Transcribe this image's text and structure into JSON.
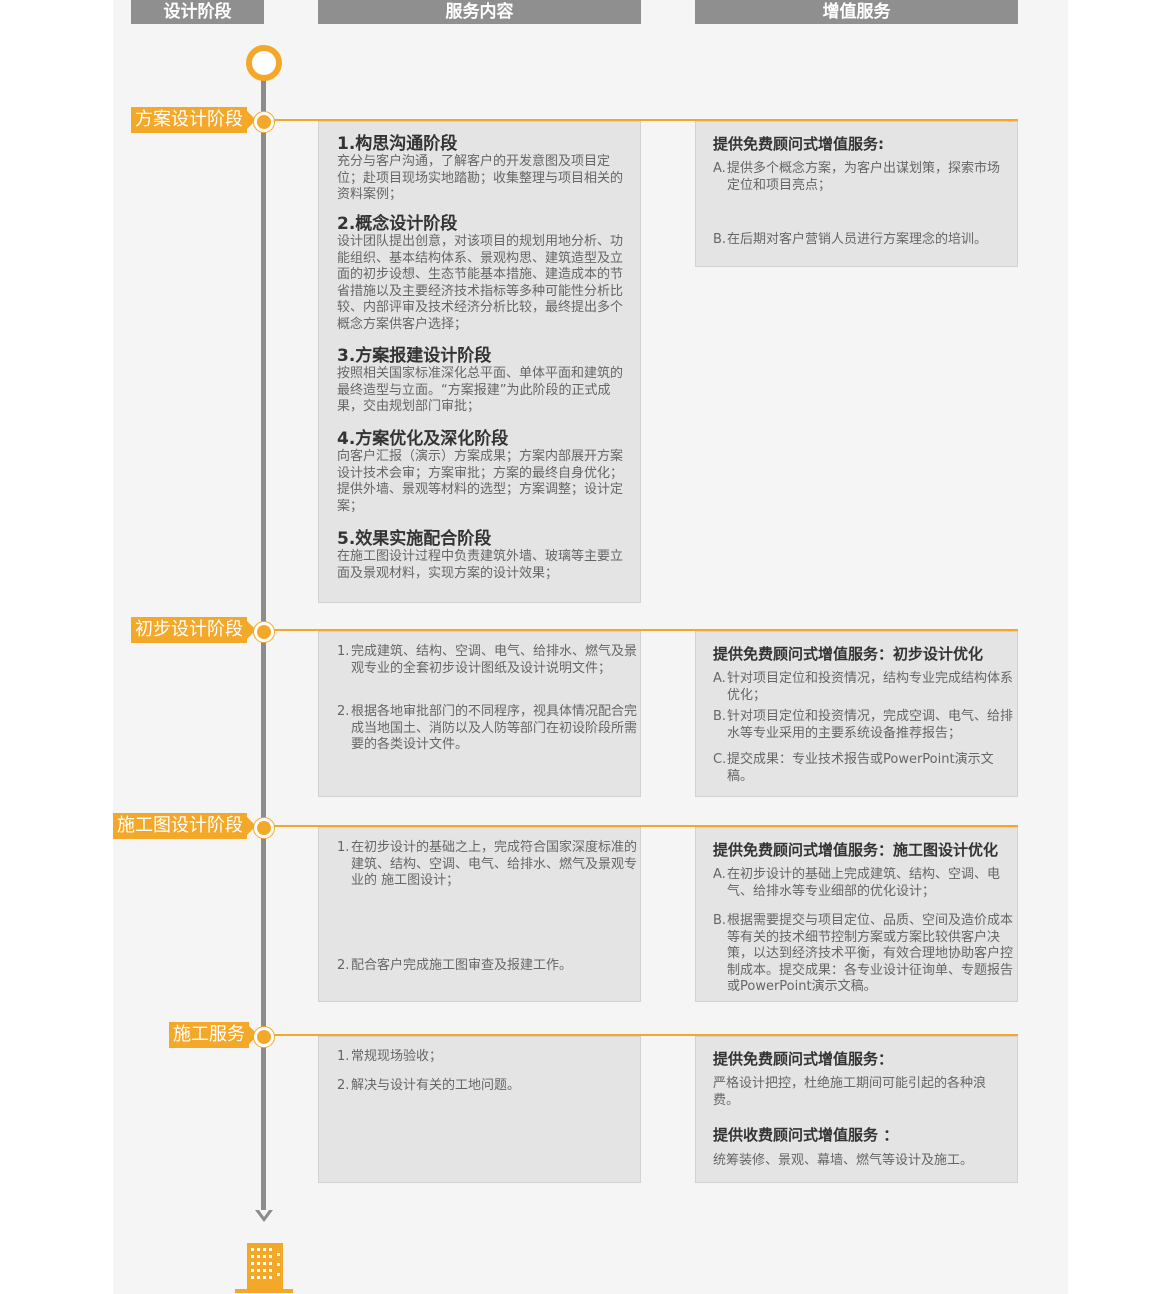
{
  "headers": {
    "stage": "设计阶段",
    "service": "服务内容",
    "value": "增值服务"
  },
  "stages": [
    {
      "label": "方案设计阶段"
    },
    {
      "label": "初步设计阶段"
    },
    {
      "label": "施工图设计阶段"
    },
    {
      "label": "施工服务"
    }
  ],
  "scheme": {
    "sections": [
      {
        "title": "1.构思沟通阶段",
        "body": "充分与客户沟通，了解客户的开发意图及项目定位；赴项目现场实地踏勘；收集整理与项目相关的资料案例；"
      },
      {
        "title": "2.概念设计阶段",
        "body": "设计团队提出创意，对该项目的规划用地分析、功能组织、基本结构体系、景观构思、建筑造型及立面的初步设想、生态节能基本措施、建造成本的节省措施以及主要经济技术指标等多种可能性分析比较、内部评审及技术经济分析比较，最终提出多个概念方案供客户选择；"
      },
      {
        "title": "3.方案报建设计阶段",
        "body": "按照相关国家标准深化总平面、单体平面和建筑的最终造型与立面。“方案报建”为此阶段的正式成果，交由规划部门审批；"
      },
      {
        "title": "4.方案优化及深化阶段",
        "body": "向客户汇报（演示）方案成果；方案内部展开方案设计技术会审；方案审批；方案的最终自身优化；提供外墙、景观等材料的选型；方案调整；设计定案；"
      },
      {
        "title": "5.效果实施配合阶段",
        "body": "在施工图设计过程中负责建筑外墙、玻璃等主要立面及景观材料，实现方案的设计效果；"
      }
    ],
    "value": {
      "title": "提供免费顾问式增值服务:",
      "items": [
        {
          "mark": "A.",
          "text": "提供多个概念方案，为客户出谋划策，探索市场定位和项目亮点；"
        },
        {
          "mark": "B.",
          "text": "在后期对客户营销人员进行方案理念的培训。"
        }
      ]
    }
  },
  "prelim": {
    "items": [
      {
        "mark": "1.",
        "text": "完成建筑、结构、空调、电气、给排水、燃气及景观专业的全套初步设计图纸及设计说明文件；"
      },
      {
        "mark": "2.",
        "text": "根据各地审批部门的不同程序，视具体情况配合完成当地国土、消防以及人防等部门在初设阶段所需要的各类设计文件。"
      }
    ],
    "value": {
      "title": "提供免费顾问式增值服务：初步设计优化",
      "items": [
        {
          "mark": "A.",
          "text": "针对项目定位和投资情况，结构专业完成结构体系优化；"
        },
        {
          "mark": "B.",
          "text": "针对项目定位和投资情况，完成空调、电气、给排水等专业采用的主要系统设备推荐报告；"
        },
        {
          "mark": "C.",
          "text": "提交成果：专业技术报告或PowerPoint演示文稿。"
        }
      ]
    }
  },
  "construction": {
    "items": [
      {
        "mark": "1.",
        "text": "在初步设计的基础之上，完成符合国家深度标准的建筑、结构、空调、电气、给排水、燃气及景观专业的 施工图设计；"
      },
      {
        "mark": "2.",
        "text": "配合客户完成施工图审查及报建工作。"
      }
    ],
    "value": {
      "title": "提供免费顾问式增值服务：施工图设计优化",
      "items": [
        {
          "mark": "A.",
          "text": "在初步设计的基础上完成建筑、结构、空调、电气、给排水等专业细部的优化设计；"
        },
        {
          "mark": "B.",
          "text": "根据需要提交与项目定位、品质、空间及造价成本等有关的技术细节控制方案或方案比较供客户决策，以达到经济技术平衡，有效合理地协助客户控制成本。提交成果：各专业设计征询单、专题报告或PowerPoint演示文稿。"
        }
      ]
    }
  },
  "site": {
    "items": [
      {
        "mark": "1.",
        "text": "常规现场验收；"
      },
      {
        "mark": "2.",
        "text": "解决与设计有关的工地问题。"
      }
    ],
    "value": {
      "free_title": "提供免费顾问式增值服务：",
      "free_text": "严格设计把控，杜绝施工期间可能引起的各种浪费。",
      "paid_title": "提供收费顾问式增值服务 ：",
      "paid_text": "统筹装修、景观、幕墙、燃气等设计及施工。"
    }
  },
  "colors": {
    "accent": "#f4a829",
    "header": "#8f8f8f",
    "box": "#e4e4e4"
  }
}
